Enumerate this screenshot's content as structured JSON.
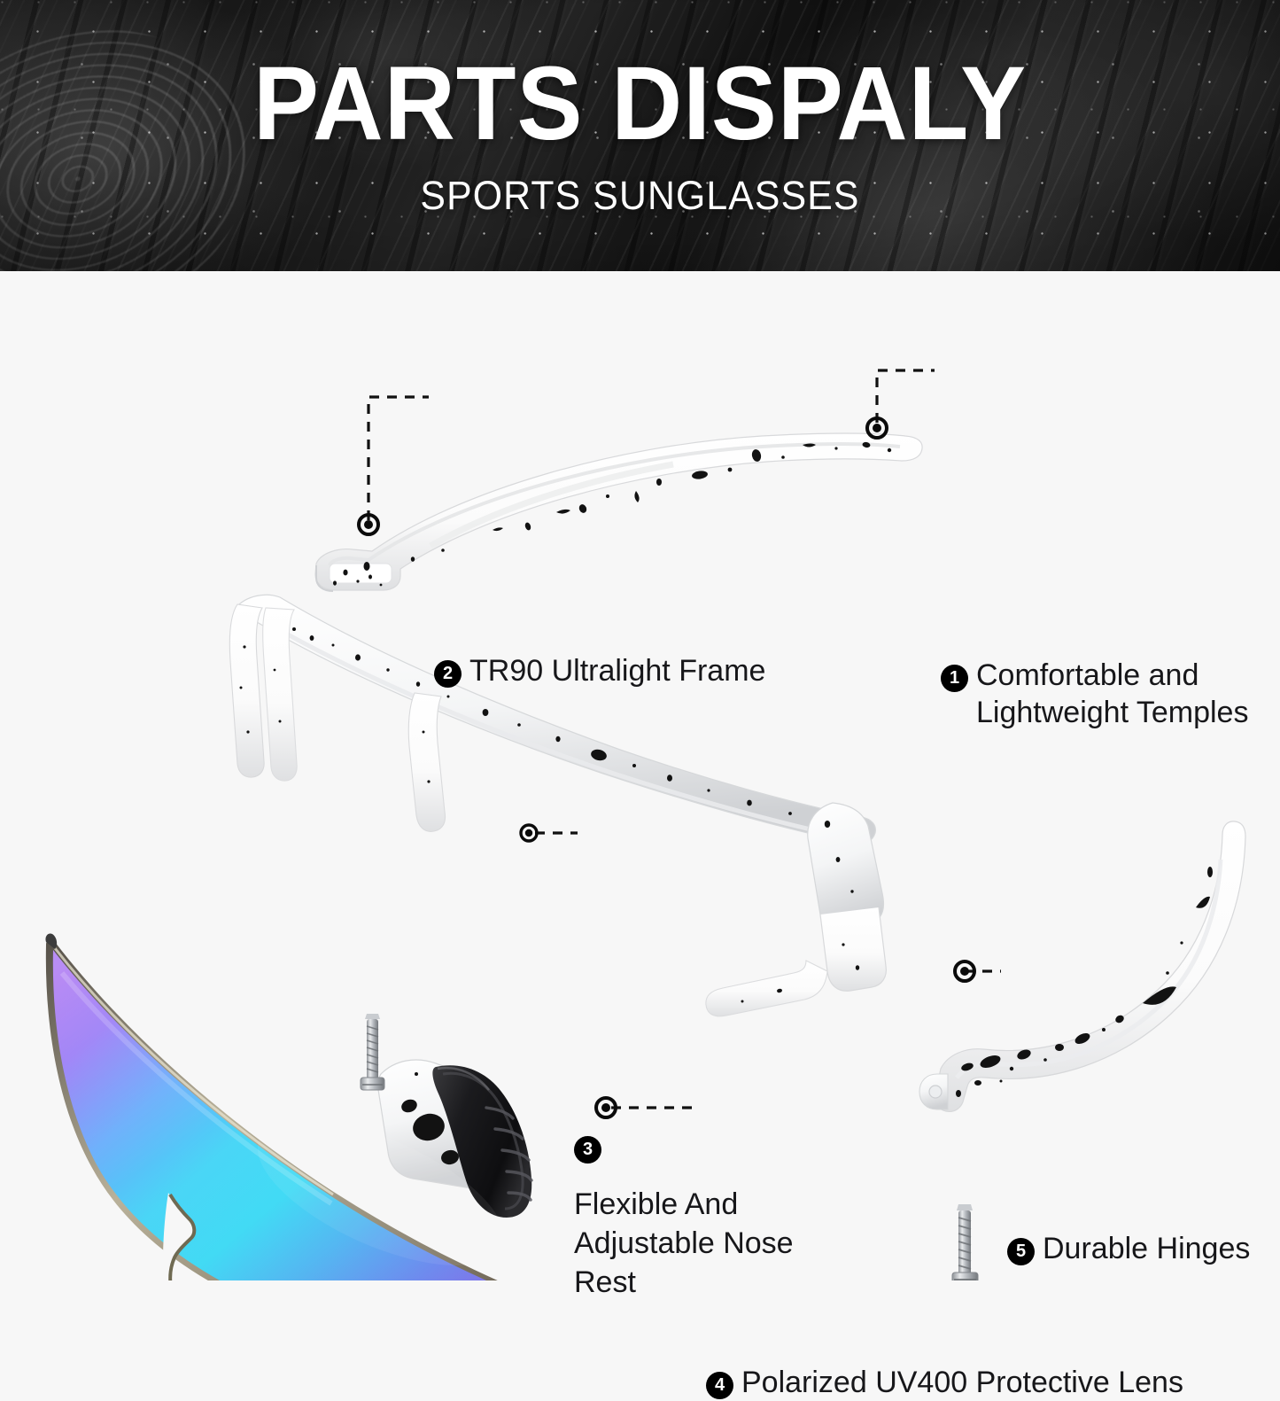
{
  "header": {
    "title": "PARTS DISPALY",
    "subtitle": "SPORTS SUNGLASSES"
  },
  "callouts": [
    {
      "number": "1",
      "label": "Comfortable and Lightweight Temples",
      "marker_icon": "target-dot-icon"
    },
    {
      "number": "2",
      "label": "TR90 Ultralight Frame",
      "marker_icon": "target-dot-icon"
    },
    {
      "number": "3",
      "label": "Flexible And Adjustable Nose Rest",
      "label_line1": "Flexible And",
      "label_line2": "Adjustable Nose",
      "label_line3": "Rest",
      "marker_icon": "target-dot-icon"
    },
    {
      "number": "4",
      "label": "Polarized UV400 Protective Lens",
      "marker_icon": "target-dot-icon"
    },
    {
      "number": "5",
      "label": "Durable Hinges",
      "marker_icon": "target-dot-icon"
    }
  ],
  "parts": [
    {
      "name": "left-temple-arm",
      "finish": "white-with-black-speckles"
    },
    {
      "name": "front-frame",
      "finish": "white-with-black-speckles"
    },
    {
      "name": "right-temple-arm",
      "finish": "white-with-black-speckles"
    },
    {
      "name": "nose-rest",
      "finish": "black-ribbed-rubber"
    },
    {
      "name": "shield-lens",
      "finish": "polarized-mirror-cyan-purple"
    },
    {
      "name": "hinge-screw-upper",
      "finish": "metal-silver"
    },
    {
      "name": "hinge-screw-lower",
      "finish": "metal-silver"
    }
  ],
  "colors": {
    "page_background": "#f7f7f7",
    "header_background": "#111111",
    "header_text": "#ffffff",
    "callout_text": "#17171a",
    "callout_badge": "#000000",
    "frame_white": "#ffffff",
    "frame_speckle": "#111111",
    "nose_rest": "#1d1d1f",
    "lens_cyan": "#3fd8f5",
    "lens_blue": "#5a8cf8",
    "lens_purple": "#a855f7",
    "lens_violet": "#8b5cf6",
    "lens_rim": "#7a7458"
  }
}
